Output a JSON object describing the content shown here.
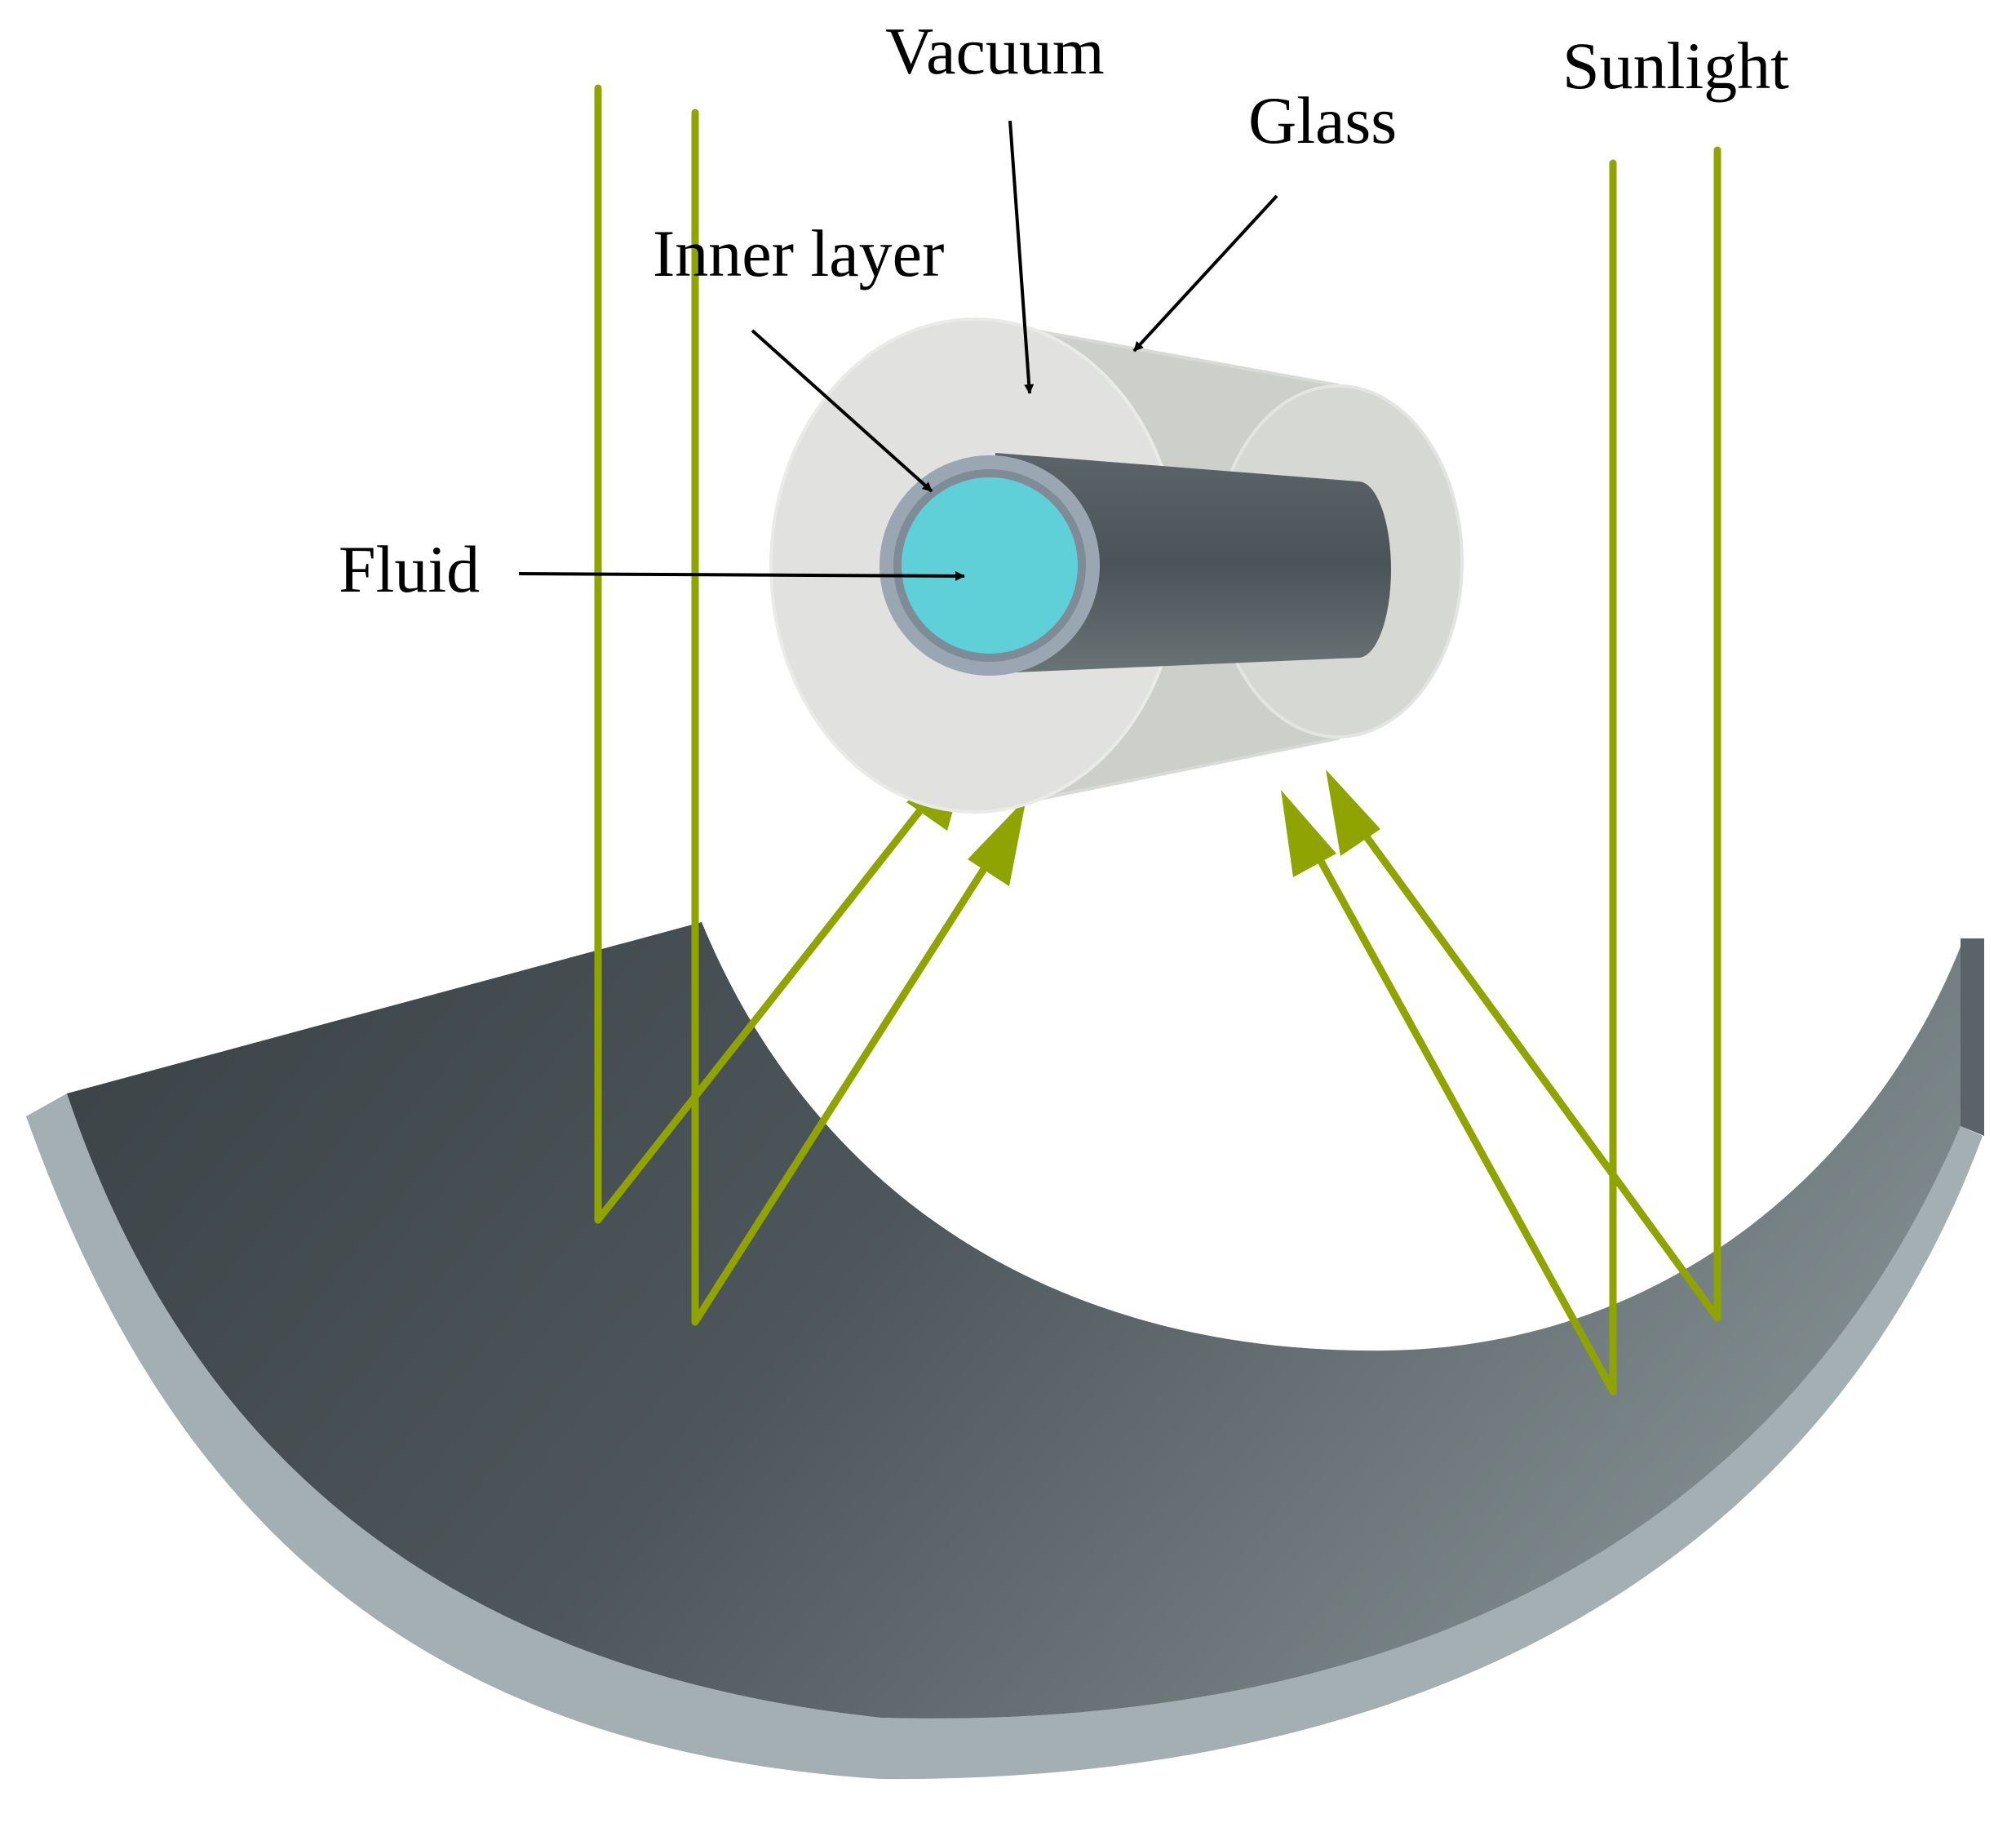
{
  "labels": {
    "vacuum": "Vacuum",
    "glass": "Glass",
    "sunlight": "Sunlight",
    "inner_layer": "Inner layer",
    "fluid": "Fluid"
  },
  "colors": {
    "background": "#ffffff",
    "ray": "#8fa400",
    "mirror_dark": "#3d4549",
    "mirror_light": "#7b8689",
    "mirror_rim": "#a4afb3",
    "glass_face": "#e1e2df",
    "glass_side": "#c9cbc7",
    "absorber_dark": "#4d575b",
    "absorber_light": "#6f7a7c",
    "inner_layer": "#9aa7b3",
    "fluid": "#5fcfd8",
    "label_arrow": "#000000"
  }
}
